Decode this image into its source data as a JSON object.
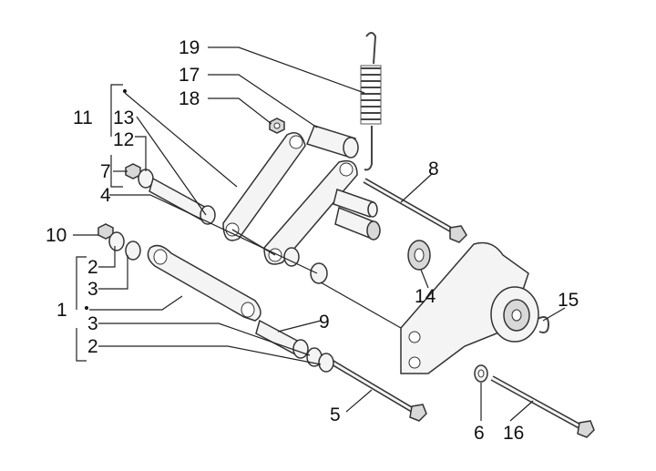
{
  "callouts": {
    "c1": "1",
    "c2a": "2",
    "c2b": "2",
    "c3a": "3",
    "c3b": "3",
    "c4": "4",
    "c5": "5",
    "c6": "6",
    "c7": "7",
    "c8": "8",
    "c9": "9",
    "c10": "10",
    "c11": "11",
    "c12": "12",
    "c13": "13",
    "c14": "14",
    "c15": "15",
    "c16": "16",
    "c17": "17",
    "c18": "18",
    "c19": "19"
  }
}
